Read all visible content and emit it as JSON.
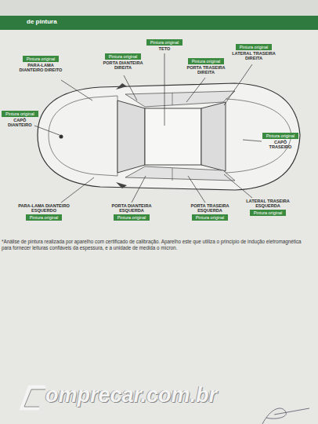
{
  "diagram": {
    "title": "de pintura",
    "nodes": [
      {
        "text": [
          "Pintura original",
          "PARA-LAMA DIANTEIRO DIREITO"
        ]
      },
      {
        "text": [
          "Pintura original",
          "PORTA DIANTEIRA DIREITA"
        ]
      },
      {
        "text": [
          "Pintura original",
          "TETO"
        ]
      },
      {
        "text": [
          "Pintura original",
          "PORTA TRASEIRA DIREITA"
        ]
      },
      {
        "text": [
          "Pintura original",
          "LATERAL TRASEIRA DIREITA"
        ]
      },
      {
        "text": [
          "Pintura original",
          "CAPÔ DIANTEIRO"
        ]
      },
      {
        "text": [
          "Pintura original",
          "CAPÔ TRASEIRO"
        ]
      },
      {
        "text": [
          "PARA-LAMA DIANTEIRO ESQUERDO",
          "Pintura original"
        ]
      },
      {
        "text": [
          "PORTA DIANTEIRA ESQUERDA",
          "Pintura original"
        ]
      },
      {
        "text": [
          "PORTA TRASEIRA ESQUERDA",
          "Pintura original"
        ]
      },
      {
        "text": [
          "LATERAL TRASEIRA ESQUERDA",
          "Pintura original"
        ]
      }
    ],
    "labels": [
      "*Análise de pintura realizada por aparelho com certificado de calibração. Aparelho este que utiliza o princípio de indução eletromagnética para fornecer leituras confiáveis da espessura, e a unidade de medida o mícron.",
      "omprecar.com.br"
    ]
  }
}
